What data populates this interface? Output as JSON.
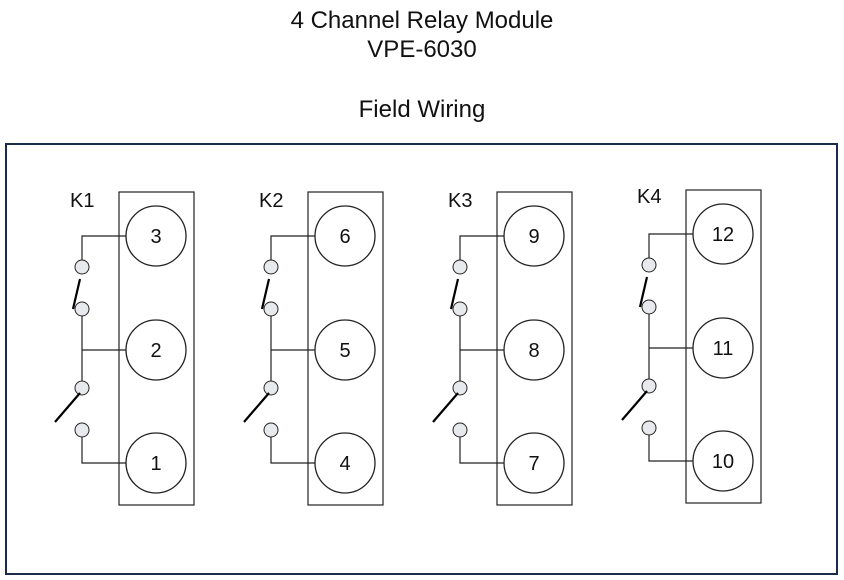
{
  "title": {
    "line1": "4 Channel Relay Module",
    "line2": "VPE-6030",
    "line3": "Field Wiring"
  },
  "relays": [
    {
      "label": "K1",
      "terminals": {
        "top": "3",
        "mid": "2",
        "bot": "1"
      }
    },
    {
      "label": "K2",
      "terminals": {
        "top": "6",
        "mid": "5",
        "bot": "4"
      }
    },
    {
      "label": "K3",
      "terminals": {
        "top": "9",
        "mid": "8",
        "bot": "7"
      }
    },
    {
      "label": "K4",
      "terminals": {
        "top": "12",
        "mid": "11",
        "bot": "10"
      }
    }
  ],
  "colors": {
    "frame": "#1a2b4c",
    "contact": "#e7e9ec"
  }
}
